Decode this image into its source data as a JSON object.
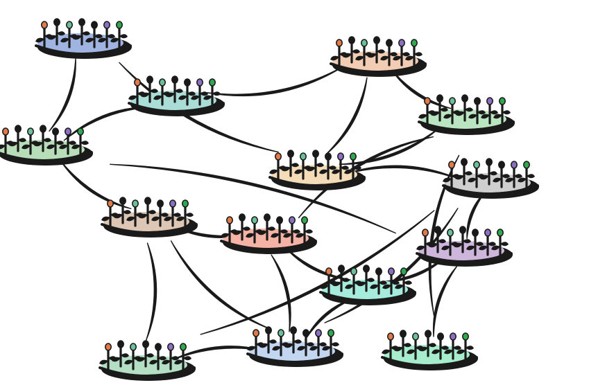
{
  "diagram": {
    "type": "node-network",
    "node_count": 14,
    "plants_per_node": 7,
    "plant_colors": [
      "#e07a4a",
      "#1a1a1a",
      "#6bbf9a",
      "#1a1a1a",
      "#1a1a1a",
      "#8a6fc2",
      "#2fa84f"
    ],
    "stroke_color": "#1a1a1a",
    "nodes": [
      {
        "id": "n1",
        "fill": "#9fb4e0"
      },
      {
        "id": "n2",
        "fill": "#f2cdb4"
      },
      {
        "id": "n3",
        "fill": "#a9ddd6"
      },
      {
        "id": "n4",
        "fill": "#b8ddb9"
      },
      {
        "id": "n5",
        "fill": "#b9e6c0"
      },
      {
        "id": "n6",
        "fill": "#f5dcb9"
      },
      {
        "id": "n7",
        "fill": "#cfcfcf"
      },
      {
        "id": "n8",
        "fill": "#ddc6b4"
      },
      {
        "id": "n9",
        "fill": "#f4b3a5"
      },
      {
        "id": "n10",
        "fill": "#cdb5dc"
      },
      {
        "id": "n11",
        "fill": "#a6ecdc"
      },
      {
        "id": "n12",
        "fill": "#b4dfc4"
      },
      {
        "id": "n13",
        "fill": "#c2d6f2"
      },
      {
        "id": "n14",
        "fill": "#a6eccd"
      }
    ],
    "edges": [
      [
        "n1",
        "n4"
      ],
      [
        "n1",
        "n6"
      ],
      [
        "n4",
        "n3"
      ],
      [
        "n4",
        "n8"
      ],
      [
        "n4",
        "n10"
      ],
      [
        "n3",
        "n2"
      ],
      [
        "n2",
        "n6"
      ],
      [
        "n2",
        "n5"
      ],
      [
        "n5",
        "n6"
      ],
      [
        "n5",
        "n14"
      ],
      [
        "n6",
        "n7"
      ],
      [
        "n7",
        "n10"
      ],
      [
        "n7",
        "n13"
      ],
      [
        "n10",
        "n14"
      ],
      [
        "n10",
        "n11"
      ],
      [
        "n8",
        "n9"
      ],
      [
        "n8",
        "n12"
      ],
      [
        "n8",
        "n13"
      ],
      [
        "n9",
        "n13"
      ],
      [
        "n9",
        "n11"
      ],
      [
        "n9",
        "n5"
      ],
      [
        "n11",
        "n13"
      ],
      [
        "n12",
        "n13"
      ],
      [
        "n12",
        "n7"
      ]
    ]
  }
}
